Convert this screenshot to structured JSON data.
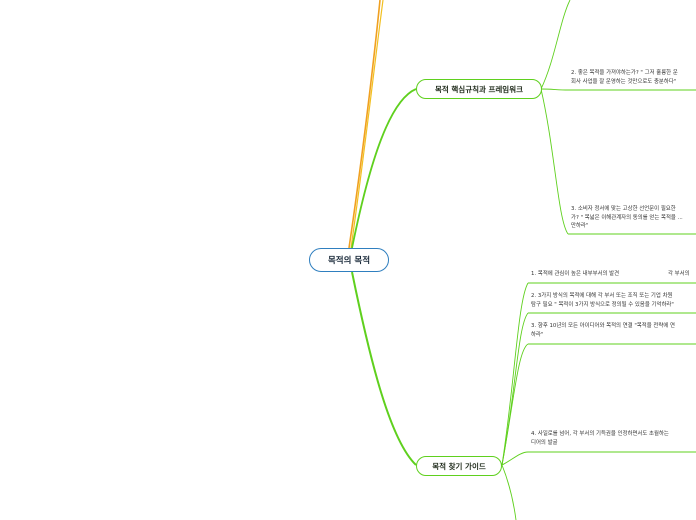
{
  "central": {
    "label": "목적의 목적"
  },
  "branches": [
    {
      "label": "목적 핵심규칙과 프레임워크"
    },
    {
      "label": "목적 찾기 가이드"
    }
  ],
  "leaves": {
    "b1_2": "2. 좋은 목적을 가져야하는가? \" 그저 훌륭한 운\n회사 사업을 잘 운영하는 것만으로도 충분하다\"",
    "b1_3": "3. 소비자 정서에 맞는 고상한 선언문이 필요한\n가? \" 목넓은 이해관계자의 동의를 얻는 목적을 ...\n만하라\"",
    "b2_1a": "1. 목적에 관심이 높은 내부부서의 발견",
    "b2_1b": "각 부서의",
    "b2_2": "2. 3가지 방식의 목적에 대해 각 부서 또는 조직 또는 기업 차원\n탐구 필요 \" 목적이 3가지 방식으로 정의될 수 있음을 기억하라\"",
    "b2_3": "3. 향후 10년의 모든 아이디어와 목적의 연결 \"목적을 전략에 연\n하라\"",
    "b2_4": "4. 사일로를 넘어, 각 부서의 기득권을 인정하면서도 초월하는 \n디어의 발굴"
  },
  "colors": {
    "central_border": "#2f7fbf",
    "branch_line": "#5fd01e",
    "top_line": "#f0a020"
  }
}
